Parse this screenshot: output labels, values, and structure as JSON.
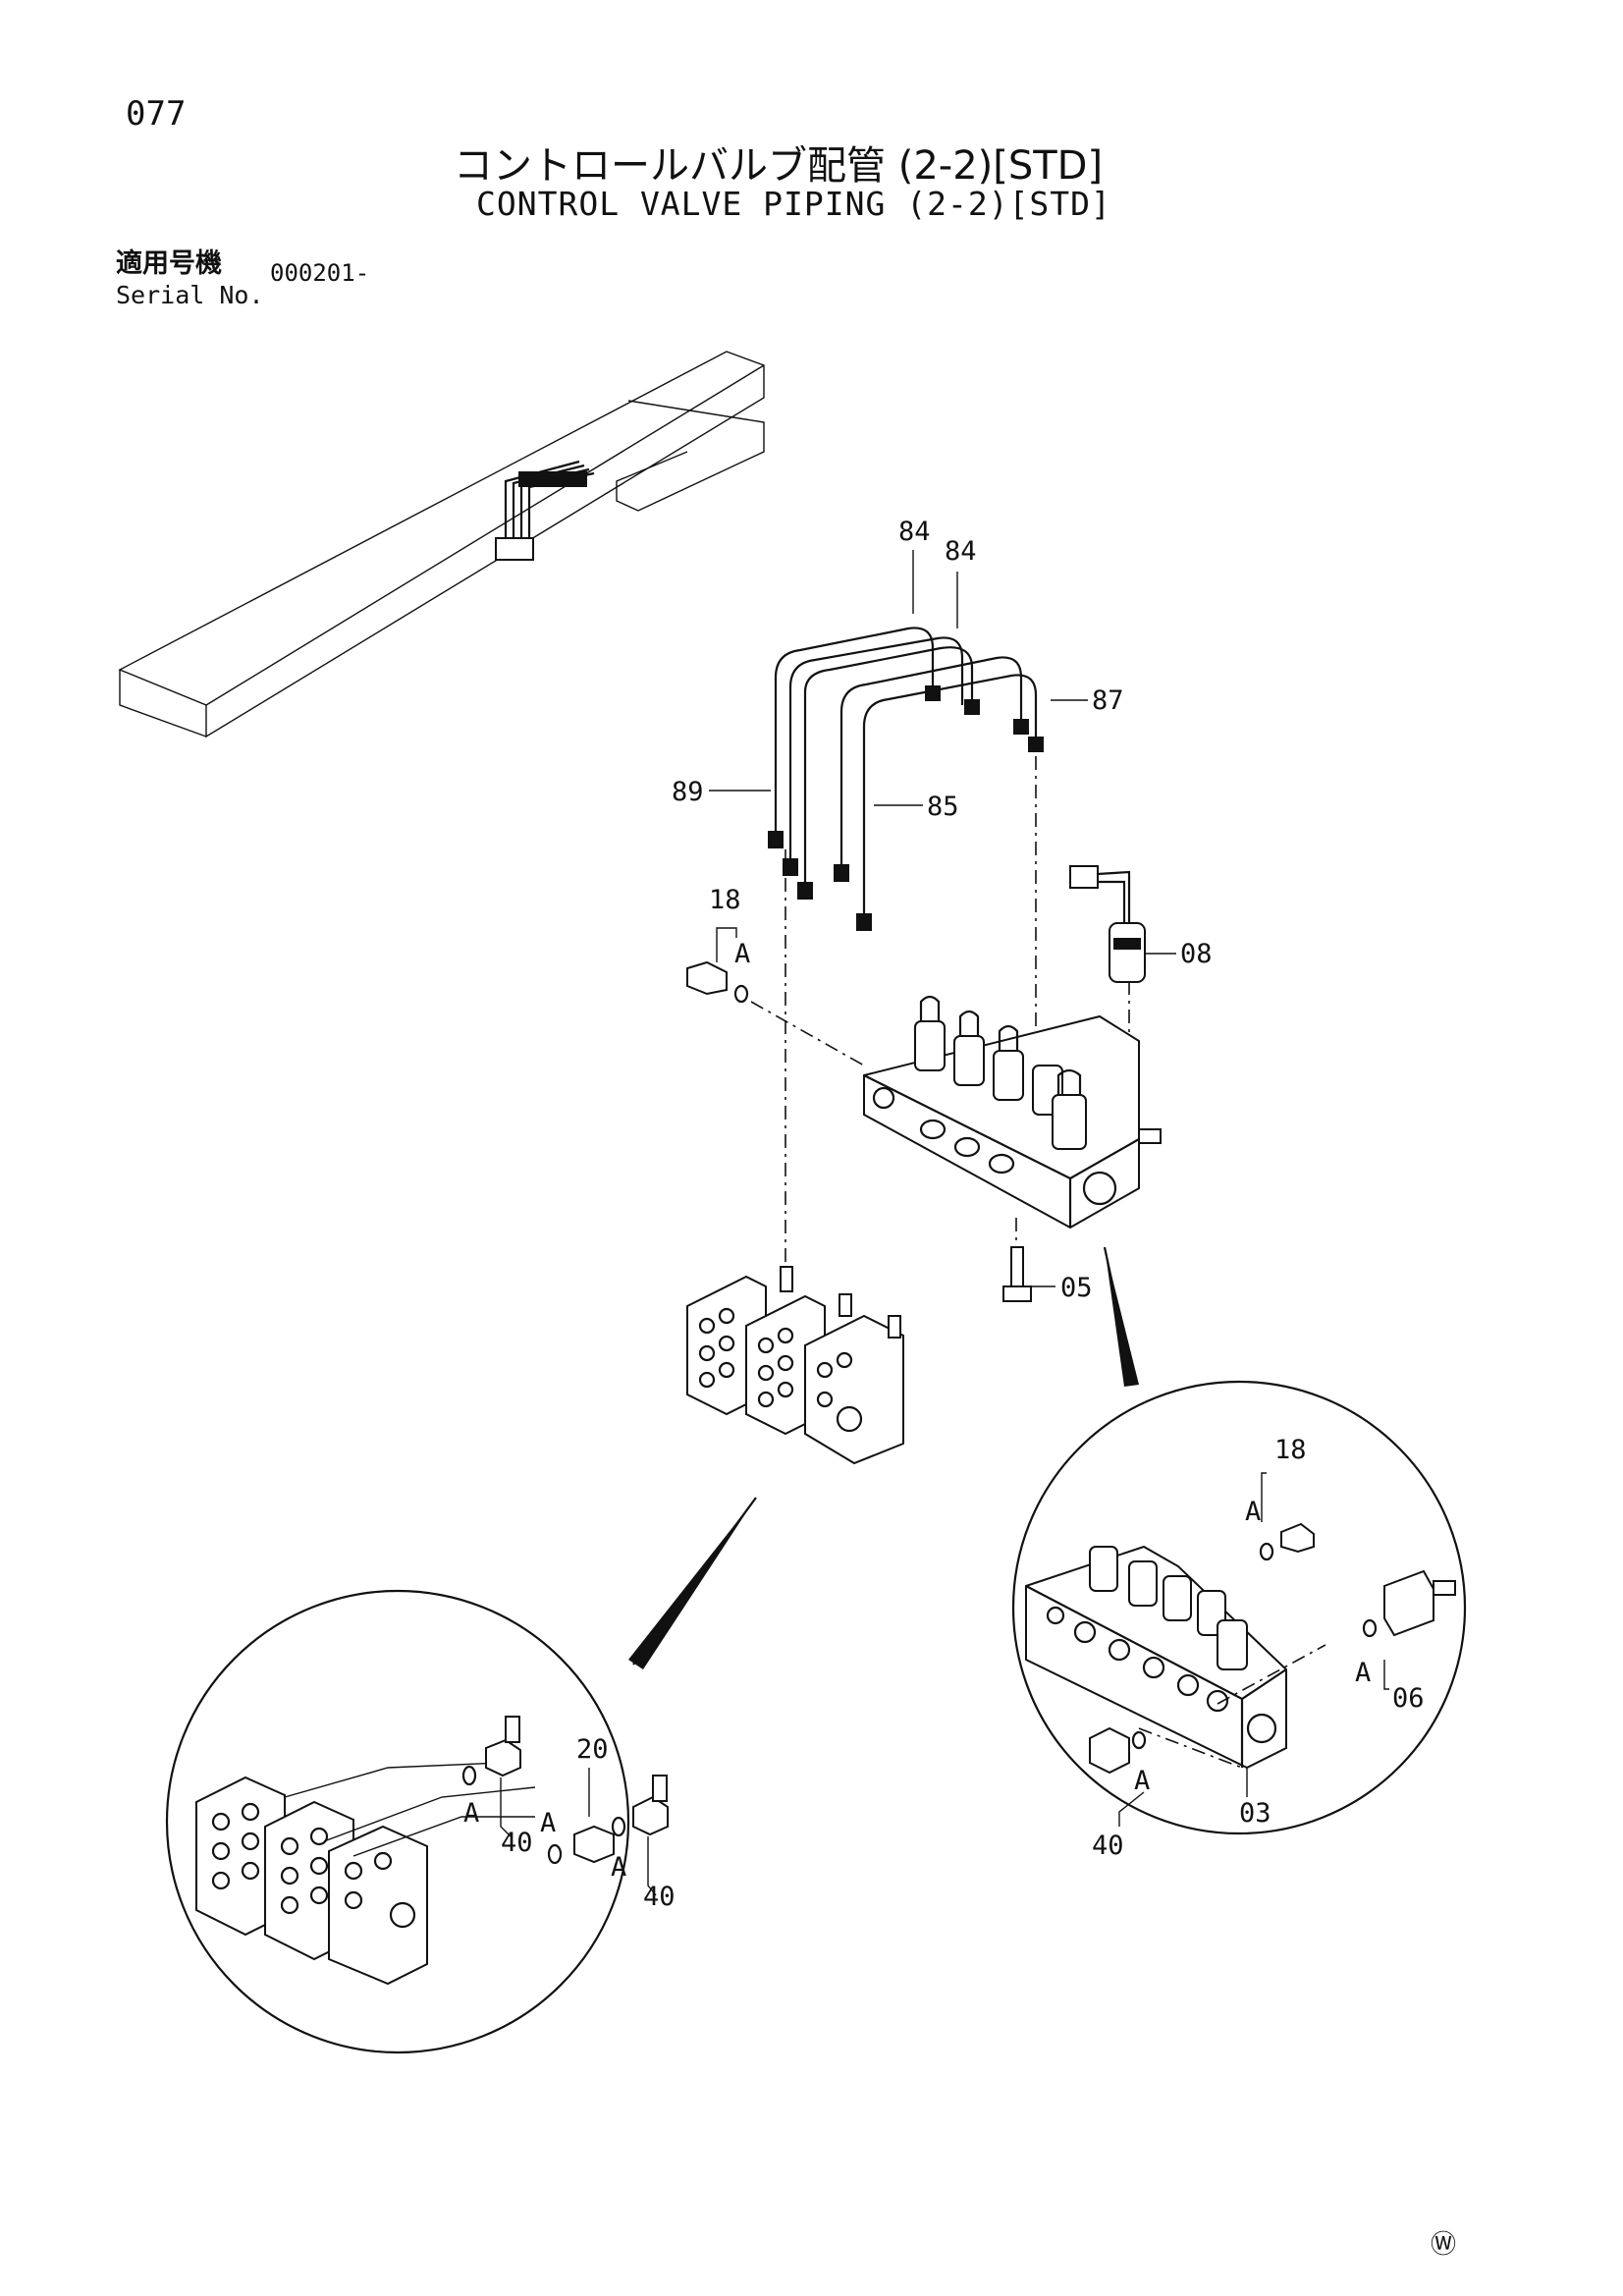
{
  "header": {
    "page_number": "077",
    "title_jp": "コントロールバルブ配管 (2-2)[STD]",
    "title_en": "CONTROL VALVE PIPING (2-2)[STD]",
    "serial_label_jp": "適用号機",
    "serial_label_en": "Serial No.",
    "serial_value": "000201-"
  },
  "callouts": {
    "c84a": "84",
    "c84b": "84",
    "c87": "87",
    "c89": "89",
    "c85": "85",
    "c18": "18",
    "cA1": "A",
    "c08": "08",
    "c05": "05",
    "c18b": "18",
    "cA2": "A",
    "cA3": "A",
    "c06": "06",
    "cA4": "A",
    "c40b": "40",
    "c03": "03",
    "c20": "20",
    "cA5": "A",
    "cA6": "A",
    "cA7": "A",
    "c40a": "40",
    "c40c": "40"
  },
  "footer": {
    "mark": "Ⓦ"
  }
}
